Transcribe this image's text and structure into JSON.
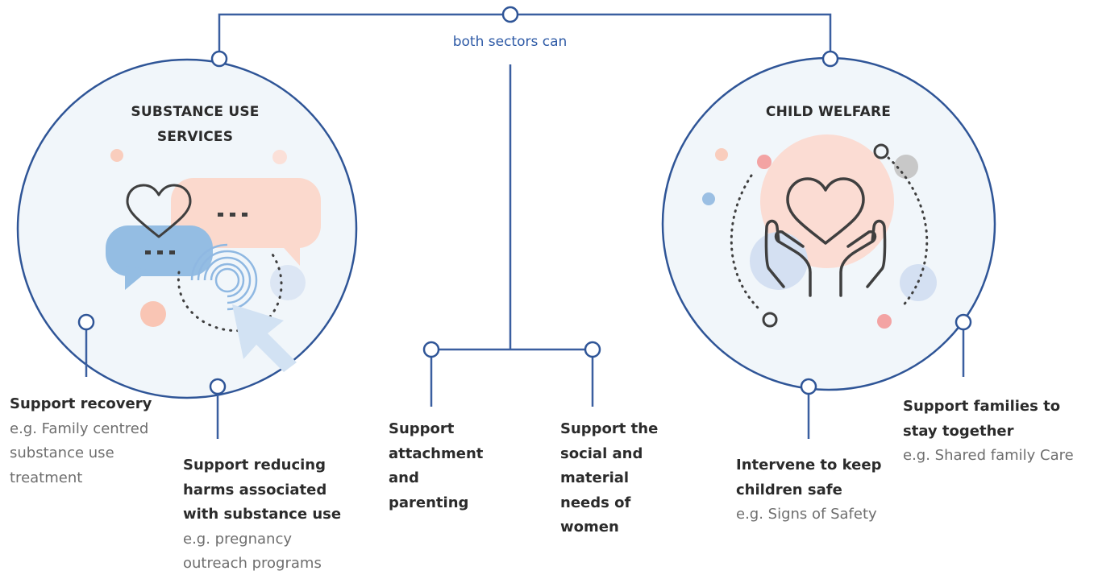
{
  "connector_label": "both sectors can",
  "circles": {
    "left": {
      "title": "SUBSTANCE USE SERVICES"
    },
    "right": {
      "title": "CHILD WELFARE"
    }
  },
  "blocks": [
    {
      "id": "support-recovery",
      "head": "Support recovery",
      "example": "e.g. Family centred substance use treatment"
    },
    {
      "id": "support-reducing-harms",
      "head": "Support reducing harms associated with substance use",
      "example": "e.g. pregnancy outreach programs"
    },
    {
      "id": "support-attachment",
      "head": "Support attachment and parenting",
      "example": ""
    },
    {
      "id": "support-social-material",
      "head": "Support the social and material needs of women",
      "example": ""
    },
    {
      "id": "intervene-keep-safe",
      "head": "Intervene to keep children safe",
      "example": "e.g. Signs of Safety"
    },
    {
      "id": "support-families-together",
      "head": "Support families to stay together",
      "example": "e.g. Shared family Care"
    }
  ],
  "colors": {
    "line": "#3a5fa0",
    "circle_fill": "#f1f6fa",
    "accent_blue": "#9bbfe3",
    "accent_pink": "#f9d9cf",
    "accent_red": "#f3a3a3",
    "icon_stroke": "#3f3f3f"
  }
}
